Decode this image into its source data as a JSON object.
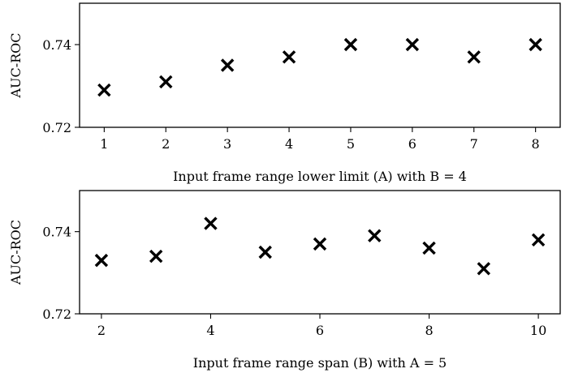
{
  "chart_data": [
    {
      "type": "scatter",
      "title": "",
      "xlabel": "Input frame range lower limit (A) with B = 4",
      "ylabel": "AUC-ROC",
      "x": [
        1,
        2,
        3,
        4,
        5,
        6,
        7,
        8
      ],
      "y": [
        0.729,
        0.731,
        0.735,
        0.737,
        0.74,
        0.74,
        0.737,
        0.74
      ],
      "xlim": [
        0.6,
        8.4
      ],
      "ylim": [
        0.72,
        0.75
      ],
      "xticks": [
        1,
        2,
        3,
        4,
        5,
        6,
        7,
        8
      ],
      "xtick_labels": [
        "1",
        "2",
        "3",
        "4",
        "5",
        "6",
        "7",
        "8"
      ],
      "yticks": [
        0.72,
        0.74
      ],
      "ytick_labels": [
        "0.72",
        "0.74"
      ],
      "marker": "x",
      "color": "#000000",
      "grid": false
    },
    {
      "type": "scatter",
      "title": "",
      "xlabel": "Input frame range span (B) with A = 5",
      "ylabel": "AUC-ROC",
      "x": [
        2,
        3,
        4,
        5,
        6,
        7,
        8,
        9,
        10
      ],
      "y": [
        0.733,
        0.734,
        0.742,
        0.735,
        0.737,
        0.739,
        0.736,
        0.731,
        0.738
      ],
      "xlim": [
        1.6,
        10.4
      ],
      "ylim": [
        0.72,
        0.75
      ],
      "xticks": [
        2,
        4,
        6,
        8,
        10
      ],
      "xtick_labels": [
        "2",
        "4",
        "6",
        "8",
        "10"
      ],
      "yticks": [
        0.72,
        0.74
      ],
      "ytick_labels": [
        "0.72",
        "0.74"
      ],
      "marker": "x",
      "color": "#000000",
      "grid": false
    }
  ]
}
